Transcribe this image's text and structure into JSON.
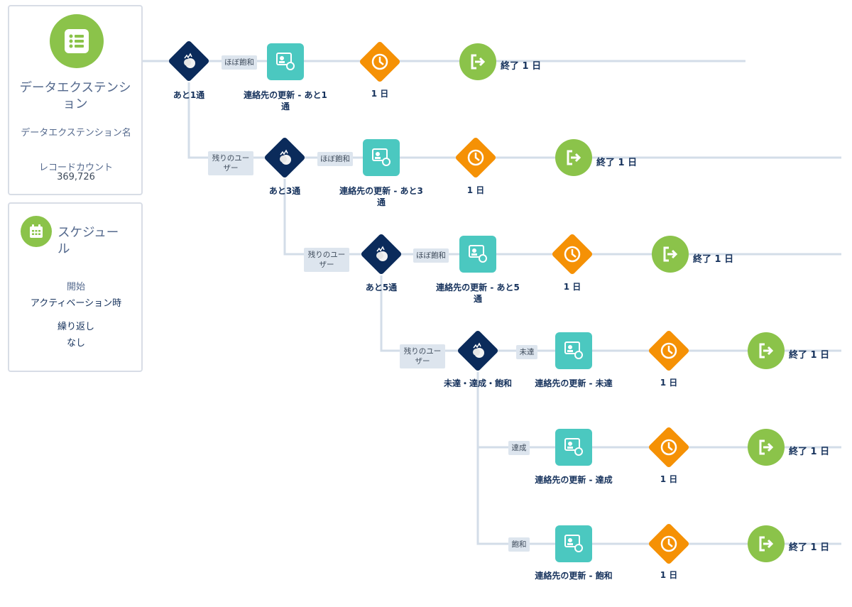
{
  "source_card": {
    "title": "データエクステンション",
    "name_label": "データエクステンション名",
    "count_label": "レコードカウント",
    "count_value": "369,726",
    "icon": "list-icon"
  },
  "schedule_card": {
    "title": "スケジュール",
    "start_label": "開始",
    "start_value": "アクティベーション時",
    "repeat_label": "繰り返し",
    "repeat_value": "なし",
    "icon": "calendar-icon"
  },
  "branches": [
    {
      "split_label": "あと1通",
      "remaining_tag": "",
      "path_tag": "ほぼ飽和",
      "update_label": "連絡先の更新 - あと1通",
      "wait_label": "1 日",
      "end_label": "終了 1 日"
    },
    {
      "split_label": "あと3通",
      "remaining_tag": "残りのユーザー",
      "path_tag": "ほぼ飽和",
      "update_label": "連絡先の更新 - あと3通",
      "wait_label": "1 日",
      "end_label": "終了 1 日"
    },
    {
      "split_label": "あと5通",
      "remaining_tag": "残りのユーザー",
      "path_tag": "ほぼ飽和",
      "update_label": "連絡先の更新 - あと5通",
      "wait_label": "1 日",
      "end_label": "終了 1 日"
    },
    {
      "split_label": "未達・達成・飽和",
      "remaining_tag": "残りのユーザー",
      "path_tag": "未達",
      "update_label": "連絡先の更新 - 未達",
      "wait_label": "1 日",
      "end_label": "終了 1 日"
    }
  ],
  "sub_paths": [
    {
      "path_tag": "達成",
      "update_label": "連絡先の更新 - 達成",
      "wait_label": "1 日",
      "end_label": "終了 1 日"
    },
    {
      "path_tag": "飽和",
      "update_label": "連絡先の更新 - 飽和",
      "wait_label": "1 日",
      "end_label": "終了 1 日"
    }
  ],
  "colors": {
    "split": "#0b2b5b",
    "update": "#4bc8c0",
    "wait": "#f59105",
    "end": "#8bc34a",
    "connector": "#d3dde8",
    "tag_bg": "#dde5ee"
  }
}
